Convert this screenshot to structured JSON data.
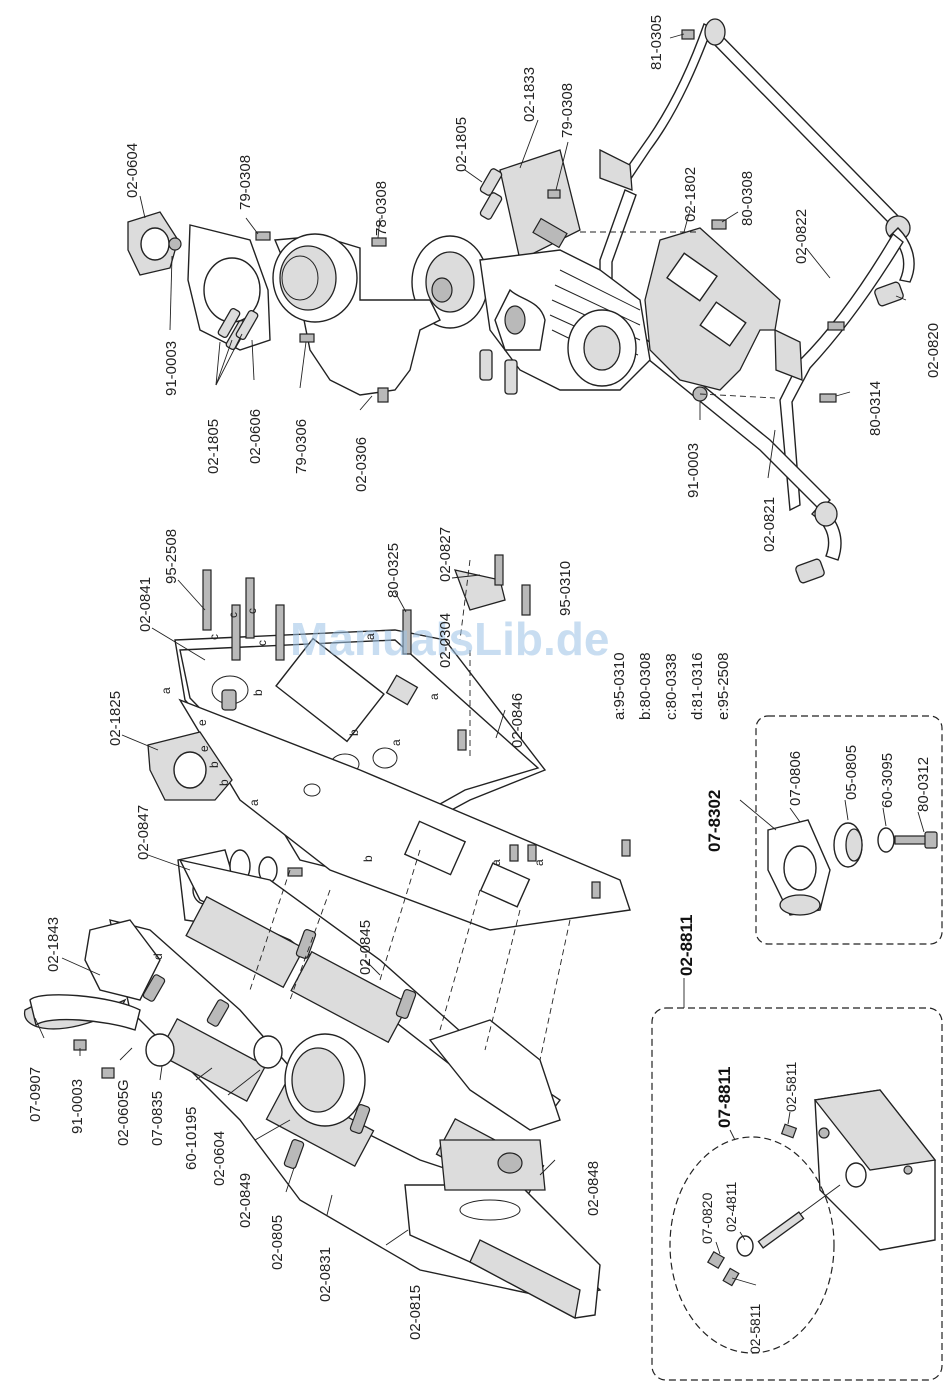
{
  "watermark": "ManualsLib.de",
  "legend": [
    "a:95-0310",
    "b:80-0308",
    "c:80-0338",
    "d:81-0316",
    "e:95-2508"
  ],
  "assemblies": {
    "tank_kit": "02-8811",
    "tank_sub": "07-8811",
    "pulley_kit": "07-8302"
  },
  "labels": {
    "p1": "81-0305",
    "p2": "02-1833",
    "p3": "79-0308",
    "p4": "02-1805",
    "p5": "02-0604",
    "p6": "79-0308",
    "p7": "78-0308",
    "p8": "02-1802",
    "p9": "80-0308",
    "p10": "02-0822",
    "p11": "02-0820",
    "p12": "80-0314",
    "p13": "91-0003",
    "p14": "02-0821",
    "p15": "91-0003",
    "p16": "02-1805",
    "p17": "02-0606",
    "p18": "79-0306",
    "p19": "02-0306",
    "p20": "95-2508",
    "p21": "02-0841",
    "p22": "80-0325",
    "p23": "02-0827",
    "p24": "02-0304",
    "p25": "95-0310",
    "p26": "02-0846",
    "p27": "02-1825",
    "p28": "02-0847",
    "p29": "02-1843",
    "p30": "02-0845",
    "p31": "07-0907",
    "p32": "91-0003",
    "p33": "02-0605G",
    "p34": "07-0835",
    "p35": "60-10195",
    "p36": "02-0604",
    "p37": "02-0849",
    "p38": "02-0805",
    "p39": "02-0831",
    "p40": "02-0815",
    "p41": "02-0848",
    "p42": "07-0806",
    "p43": "05-0805",
    "p44": "60-3095",
    "p45": "80-0312",
    "p46": "02-5811",
    "p47": "07-0820",
    "p48": "02-4811",
    "p49": "02-5811"
  },
  "markers": {
    "a": "a",
    "b": "b",
    "c": "c",
    "d": "d",
    "e": "e"
  }
}
